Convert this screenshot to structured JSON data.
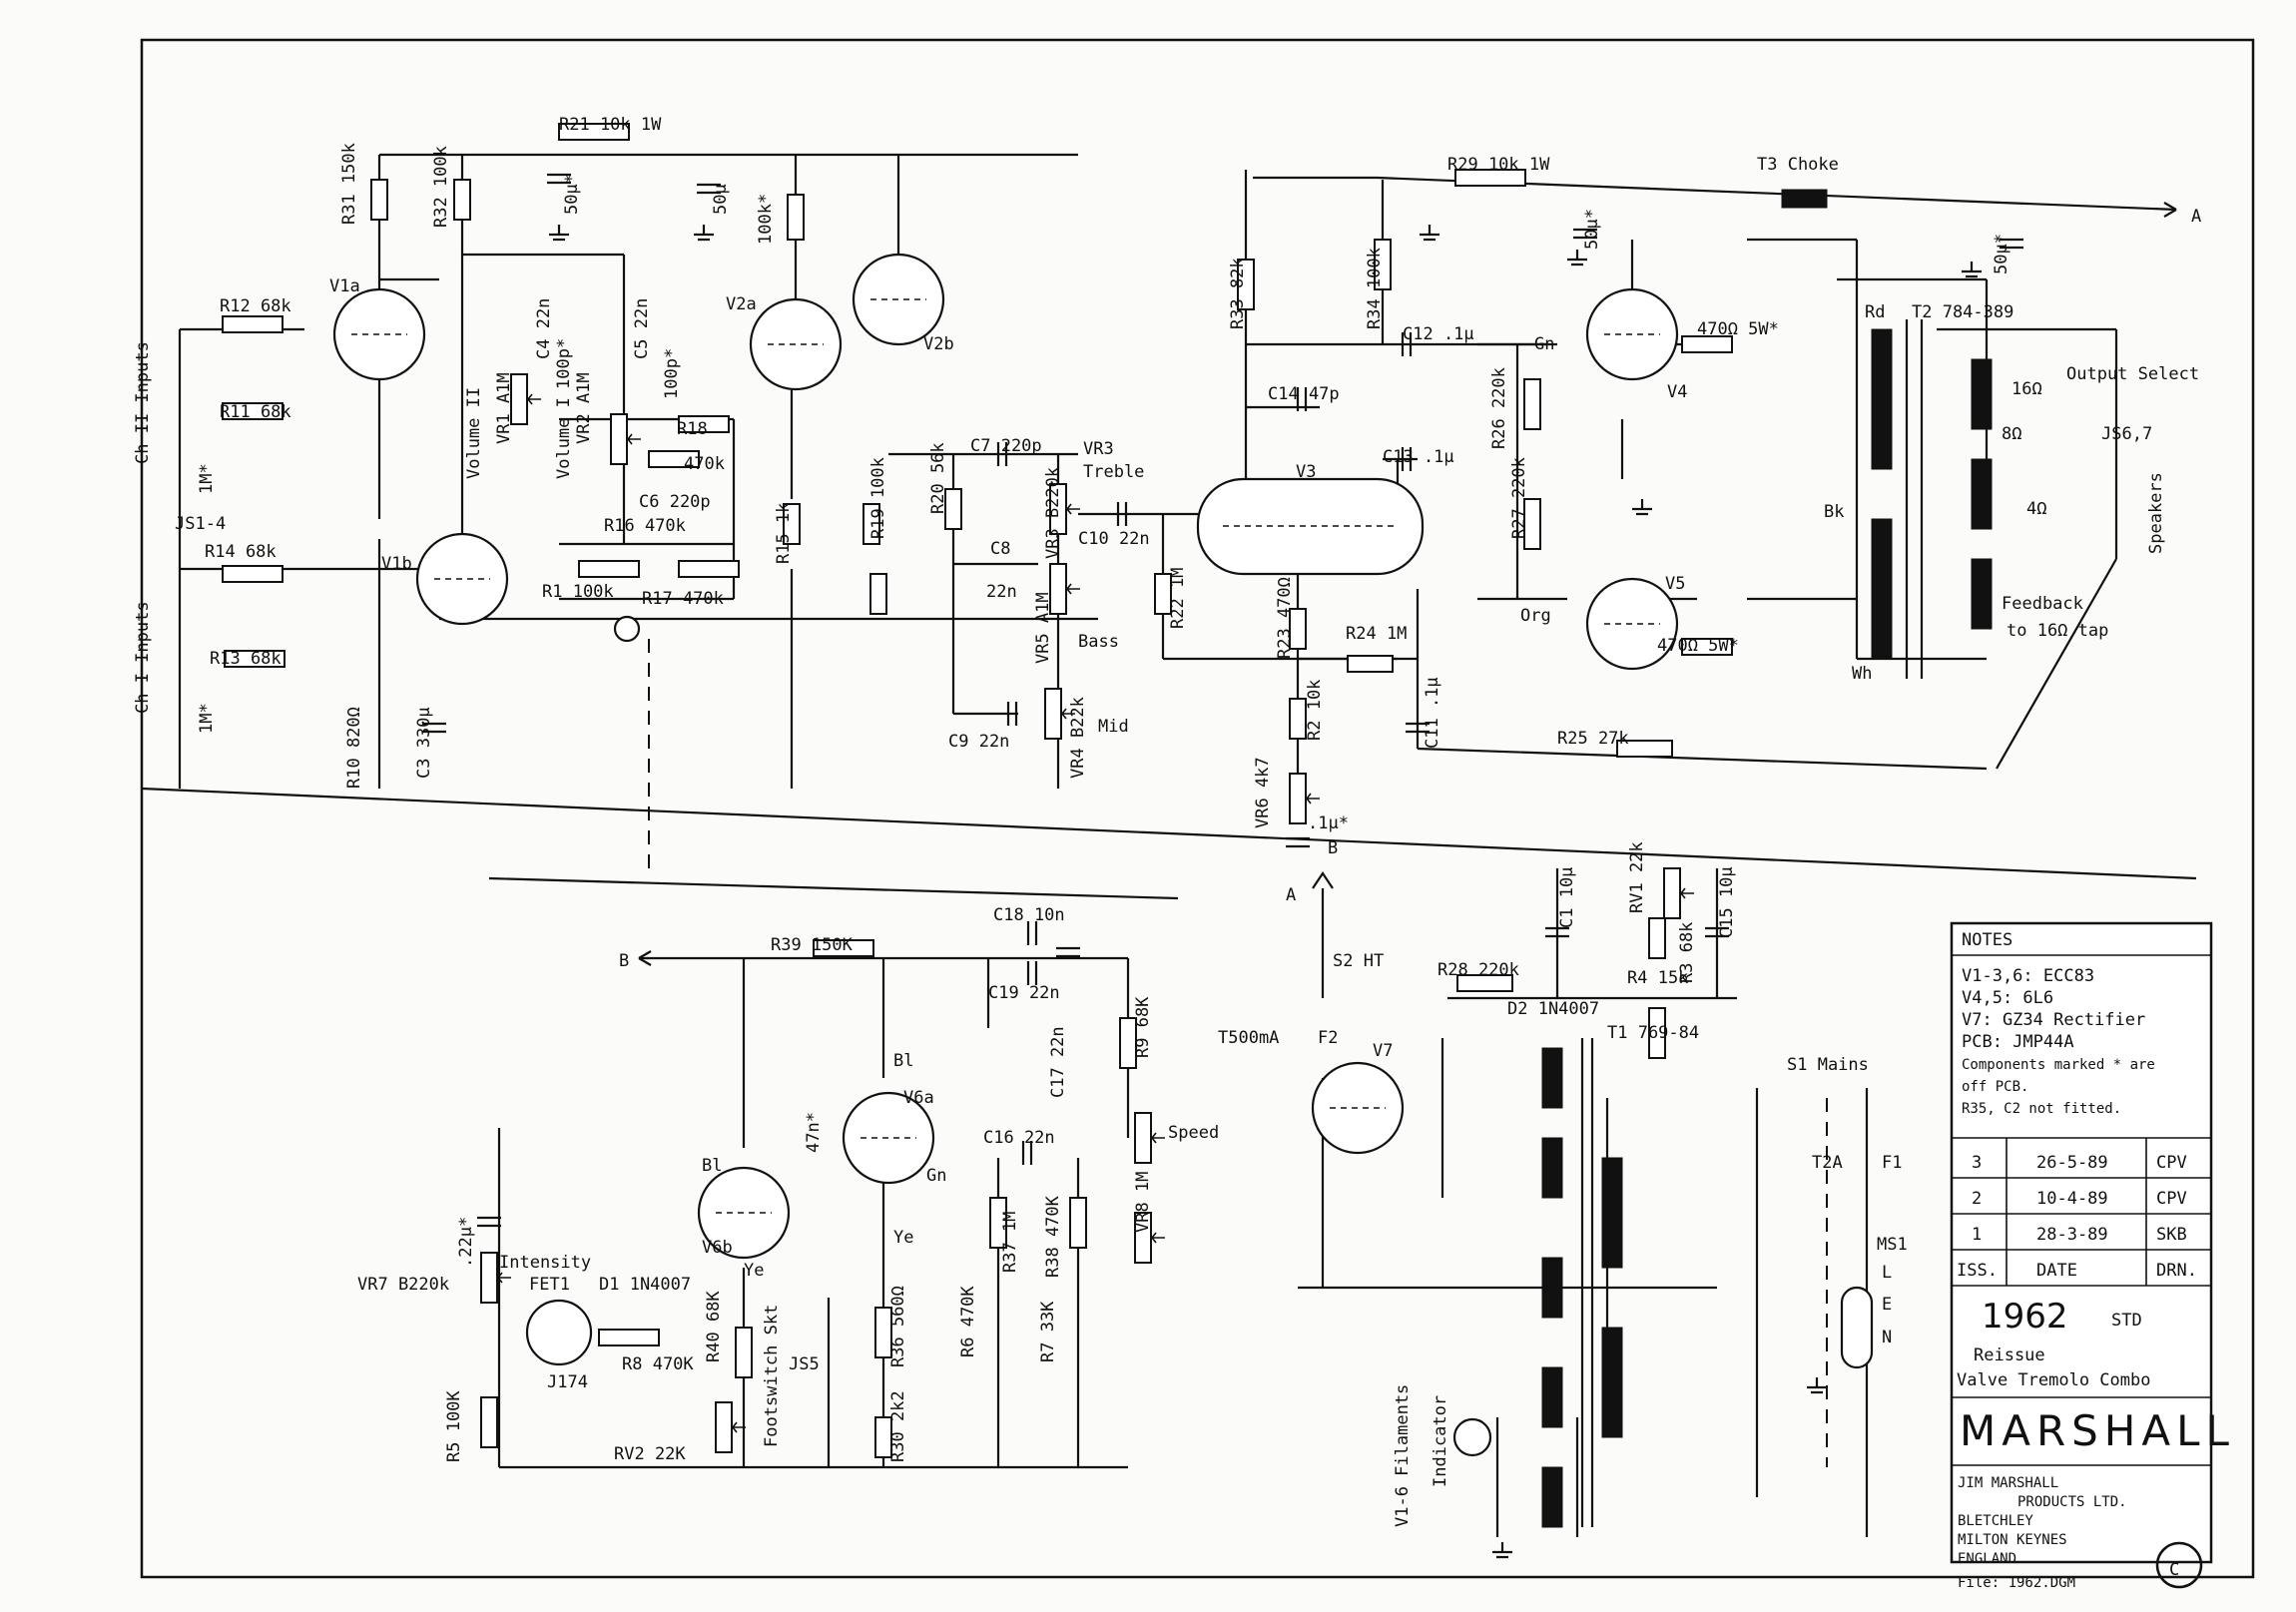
{
  "schematic": {
    "voltage_rail": [
      {
        "id": "r21",
        "text": "R21 10k 1W"
      },
      {
        "id": "r29",
        "text": "R29 10k 1W"
      },
      {
        "id": "t3",
        "text": "T3 Choke"
      },
      {
        "id": "node_a",
        "text": "A"
      },
      {
        "id": "node_b",
        "text": "B"
      }
    ],
    "preamp": [
      {
        "id": "r31",
        "text": "R31 150k"
      },
      {
        "id": "r32",
        "text": "R32 100k"
      },
      {
        "id": "cap50a",
        "text": "50µ*"
      },
      {
        "id": "cap50b",
        "text": "50µ"
      },
      {
        "id": "r100kstar",
        "text": "100k*"
      },
      {
        "id": "v1a",
        "text": "V1a"
      },
      {
        "id": "v1b",
        "text": "V1b"
      },
      {
        "id": "v2a",
        "text": "V2a"
      },
      {
        "id": "v2b",
        "text": "V2b"
      },
      {
        "id": "r12",
        "text": "R12 68k"
      },
      {
        "id": "r11",
        "text": "R11 68k"
      },
      {
        "id": "r14",
        "text": "R14 68k"
      },
      {
        "id": "r13",
        "text": "R13 68k"
      },
      {
        "id": "ch2",
        "text": "Ch II Inputs"
      },
      {
        "id": "ch1",
        "text": "Ch I Inputs"
      },
      {
        "id": "js14",
        "text": "JS1-4"
      },
      {
        "id": "onem1",
        "text": "1M*"
      },
      {
        "id": "onem2",
        "text": "1M*"
      },
      {
        "id": "vol2",
        "text": "Volume II"
      },
      {
        "id": "vr1",
        "text": "VR1 A1M"
      },
      {
        "id": "vol1",
        "text": "Volume I"
      },
      {
        "id": "vr2",
        "text": "VR2 A1M"
      },
      {
        "id": "c4",
        "text": "C4 22n"
      },
      {
        "id": "c5",
        "text": "C5 22n"
      },
      {
        "id": "p100a",
        "text": "100p*"
      },
      {
        "id": "p100b",
        "text": "100p*"
      },
      {
        "id": "r18",
        "text": "R18"
      },
      {
        "id": "r18v",
        "text": "470k"
      },
      {
        "id": "c6",
        "text": "C6 220p"
      },
      {
        "id": "r16",
        "text": "R16 470k"
      },
      {
        "id": "r1",
        "text": "R1 100k"
      },
      {
        "id": "r17",
        "text": "R17 470k"
      },
      {
        "id": "r15",
        "text": "R15 1k"
      },
      {
        "id": "r10",
        "text": "R10 820Ω"
      },
      {
        "id": "c3",
        "text": "C3 330µ"
      }
    ],
    "tone_stack": [
      {
        "id": "r19",
        "text": "R19 100k"
      },
      {
        "id": "r20",
        "text": "R20 56k"
      },
      {
        "id": "c7",
        "text": "C7 220p"
      },
      {
        "id": "vr3",
        "text": "VR3"
      },
      {
        "id": "treble",
        "text": "Treble"
      },
      {
        "id": "vr3v",
        "text": "VR3 B220k"
      },
      {
        "id": "c8",
        "text": "C8"
      },
      {
        "id": "c8v",
        "text": "22n"
      },
      {
        "id": "c10",
        "text": "C10 22n"
      },
      {
        "id": "vr5",
        "text": "VR5 A1M"
      },
      {
        "id": "bass",
        "text": "Bass"
      },
      {
        "id": "c9",
        "text": "C9 22n"
      },
      {
        "id": "vr4",
        "text": "VR4 B22k"
      },
      {
        "id": "mid",
        "text": "Mid"
      },
      {
        "id": "r22",
        "text": "R22 1M"
      }
    ],
    "phase_inverter": [
      {
        "id": "r33",
        "text": "R33 82k"
      },
      {
        "id": "r34",
        "text": "R34 100k"
      },
      {
        "id": "c12",
        "text": "C12 .1µ"
      },
      {
        "id": "c14",
        "text": "C14 47p"
      },
      {
        "id": "v3",
        "text": "V3"
      },
      {
        "id": "c13",
        "text": "C13 .1µ"
      },
      {
        "id": "r23",
        "text": "R23 470Ω"
      },
      {
        "id": "r24",
        "text": "R24 1M"
      },
      {
        "id": "r2",
        "text": "R2 10k"
      },
      {
        "id": "c11",
        "text": "C11 .1µ"
      },
      {
        "id": "vr6",
        "text": "VR6 4k7"
      },
      {
        "id": "vr6c",
        "text": ".1µ*"
      },
      {
        "id": "r25",
        "text": "R25 27k"
      },
      {
        "id": "b_mark",
        "text": "B"
      }
    ],
    "power_amp": [
      {
        "id": "cap50c",
        "text": "50µ*"
      },
      {
        "id": "cap50d",
        "text": "50µ*"
      },
      {
        "id": "gn1",
        "text": "Gn"
      },
      {
        "id": "org",
        "text": "Org"
      },
      {
        "id": "r470a",
        "text": "470Ω 5W*"
      },
      {
        "id": "r470b",
        "text": "470Ω 5W*"
      },
      {
        "id": "v4",
        "text": "V4"
      },
      {
        "id": "v5",
        "text": "V5"
      },
      {
        "id": "r26",
        "text": "R26 220k"
      },
      {
        "id": "r27",
        "text": "R27 220k"
      },
      {
        "id": "rd",
        "text": "Rd"
      },
      {
        "id": "t2",
        "text": "T2 784-389"
      },
      {
        "id": "bk",
        "text": "Bk"
      },
      {
        "id": "wh",
        "text": "Wh"
      },
      {
        "id": "outsel",
        "text": "Output Select"
      },
      {
        "id": "o16",
        "text": "16Ω"
      },
      {
        "id": "o8",
        "text": "8Ω"
      },
      {
        "id": "o4",
        "text": "4Ω"
      },
      {
        "id": "js67",
        "text": "JS6,7"
      },
      {
        "id": "speakers",
        "text": "Speakers"
      },
      {
        "id": "fb1",
        "text": "Feedback"
      },
      {
        "id": "fb2",
        "text": "to 16Ω tap"
      }
    ],
    "tremolo": [
      {
        "id": "r39",
        "text": "R39 150K"
      },
      {
        "id": "c18",
        "text": "C18 10n"
      },
      {
        "id": "c19",
        "text": "C19 22n"
      },
      {
        "id": "c17",
        "text": "C17 22n"
      },
      {
        "id": "r9",
        "text": "R9 68K"
      },
      {
        "id": "speed",
        "text": "Speed"
      },
      {
        "id": "vr8",
        "text": "VR8 1M"
      },
      {
        "id": "c16",
        "text": "C16 22n"
      },
      {
        "id": "r37",
        "text": "R37 1M"
      },
      {
        "id": "r38",
        "text": "R38 470K"
      },
      {
        "id": "r6",
        "text": "R6 470K"
      },
      {
        "id": "r7",
        "text": "R7 33K"
      },
      {
        "id": "v6a",
        "text": "V6a"
      },
      {
        "id": "v6b",
        "text": "V6b"
      },
      {
        "id": "bl1",
        "text": "Bl"
      },
      {
        "id": "bl2",
        "text": "Bl"
      },
      {
        "id": "gn2",
        "text": "Gn"
      },
      {
        "id": "ye1",
        "text": "Ye"
      },
      {
        "id": "ye2",
        "text": "Ye"
      },
      {
        "id": "c47n",
        "text": "47n*"
      },
      {
        "id": "r36",
        "text": "R36 560Ω"
      },
      {
        "id": "r30",
        "text": "R30 2k2"
      },
      {
        "id": "js5",
        "text": "JS5"
      },
      {
        "id": "footsw",
        "text": "Footswitch Skt"
      },
      {
        "id": "r40",
        "text": "R40 68K"
      },
      {
        "id": "rv2",
        "text": "RV2 22K"
      },
      {
        "id": "c22u",
        "text": ".22µ*"
      },
      {
        "id": "vr7",
        "text": "VR7 B220k"
      },
      {
        "id": "intensity",
        "text": "Intensity"
      },
      {
        "id": "fet1",
        "text": "FET1"
      },
      {
        "id": "d1",
        "text": "D1 1N4007"
      },
      {
        "id": "r8",
        "text": "R8 470K"
      },
      {
        "id": "j174",
        "text": "J174"
      },
      {
        "id": "r5",
        "text": "R5 100K"
      }
    ],
    "power_supply": [
      {
        "id": "a2",
        "text": "A"
      },
      {
        "id": "s2",
        "text": "S2 HT"
      },
      {
        "id": "t500",
        "text": "T500mA"
      },
      {
        "id": "f2",
        "text": "F2"
      },
      {
        "id": "v7",
        "text": "V7"
      },
      {
        "id": "r28",
        "text": "R28 220k"
      },
      {
        "id": "d2",
        "text": "D2 1N4007"
      },
      {
        "id": "t1",
        "text": "T1 769-84"
      },
      {
        "id": "c1",
        "text": "C1 10µ"
      },
      {
        "id": "rv1",
        "text": "RV1 22k"
      },
      {
        "id": "r4",
        "text": "R4 15k"
      },
      {
        "id": "r3",
        "text": "R3 68k"
      },
      {
        "id": "c15",
        "text": "C15 10µ"
      },
      {
        "id": "s1",
        "text": "S1 Mains"
      },
      {
        "id": "t2a",
        "text": "T2A"
      },
      {
        "id": "f1",
        "text": "F1"
      },
      {
        "id": "ms1",
        "text": "MS1"
      },
      {
        "id": "fil",
        "text": "V1-6 Filaments"
      },
      {
        "id": "ind",
        "text": "Indicator"
      },
      {
        "id": "L",
        "text": "L"
      },
      {
        "id": "E",
        "text": "E"
      },
      {
        "id": "N",
        "text": "N"
      }
    ]
  },
  "notes": {
    "title": "NOTES",
    "lines": [
      "V1-3,6: ECC83",
      "V4,5: 6L6",
      "V7: GZ34 Rectifier",
      "PCB: JMP44A",
      "Components marked * are",
      "off PCB.",
      "R35, C2 not fitted."
    ],
    "revisions": [
      {
        "iss": "3",
        "date": "26-5-89",
        "drn": "CPV"
      },
      {
        "iss": "2",
        "date": "10-4-89",
        "drn": "CPV"
      },
      {
        "iss": "1",
        "date": "28-3-89",
        "drn": "SKB"
      }
    ],
    "rev_headers": {
      "iss": "ISS.",
      "date": "DATE",
      "drn": "DRN."
    },
    "model": "1962",
    "model_suffix": "STD",
    "reissue": "Reissue",
    "description": "Valve Tremolo Combo",
    "brand": "MARSHALL",
    "company_lines": [
      "JIM MARSHALL",
      "PRODUCTS LTD.",
      "BLETCHLEY",
      "MILTON KEYNES",
      "ENGLAND"
    ],
    "file": "File: 1962.DGM",
    "copyright": "C"
  }
}
